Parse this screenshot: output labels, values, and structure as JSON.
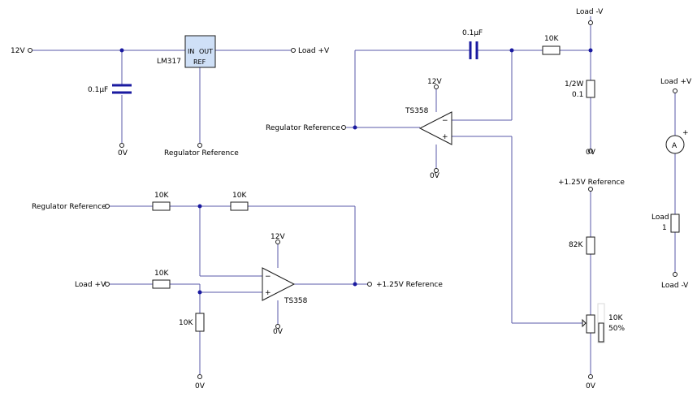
{
  "labels": {
    "in_12v": "12V",
    "load_plus_top": "Load +V",
    "lm317": "LM317",
    "lm_in": "IN",
    "lm_out": "OUT",
    "lm_ref": "REF",
    "c1_value": "0.1µF",
    "ov_c1": "0V",
    "reg_ref_lm": "Regulator Reference",
    "c2_value": "0.1µF",
    "r_10k_top": "10K",
    "load_minus_top": "Load -V",
    "shunt_power": "1/2W",
    "shunt_value": "0.1",
    "ov_shunt": "0V",
    "reg_ref_op1": "Regulator Reference",
    "op1_supply": "12V",
    "op1_name": "TS358",
    "op1_gnd": "0V",
    "op1_minus": "−",
    "op1_plus": "+",
    "ref125_pot": "+1.25V Reference",
    "r_82k": "82K",
    "pot_value": "10K",
    "pot_setting": "50%",
    "ov_pot": "0V",
    "meter_top": "Load +V",
    "meter_symbol": "A",
    "meter_plus": "+",
    "load_label": "Load",
    "load_value": "1",
    "meter_bottom": "Load -V",
    "reg_ref_op2": "Regulator Reference",
    "r_10k_a": "10K",
    "r_10k_b": "10K",
    "op2_supply": "12V",
    "load_plus_op2": "Load +V",
    "r_10k_c": "10K",
    "op2_name": "TS358",
    "op2_gnd": "0V",
    "op2_minus": "−",
    "op2_plus": "+",
    "ref125_out": "+1.25V Reference",
    "r_10k_d": "10K",
    "ov_op2": "0V"
  },
  "colors": {
    "wire": "#5a5aa8",
    "junction": "#1a1aa0",
    "component": "#1a1a1a",
    "regulator_fill": "#cfe0f7",
    "capacitor_plate": "#1a1aa0"
  }
}
